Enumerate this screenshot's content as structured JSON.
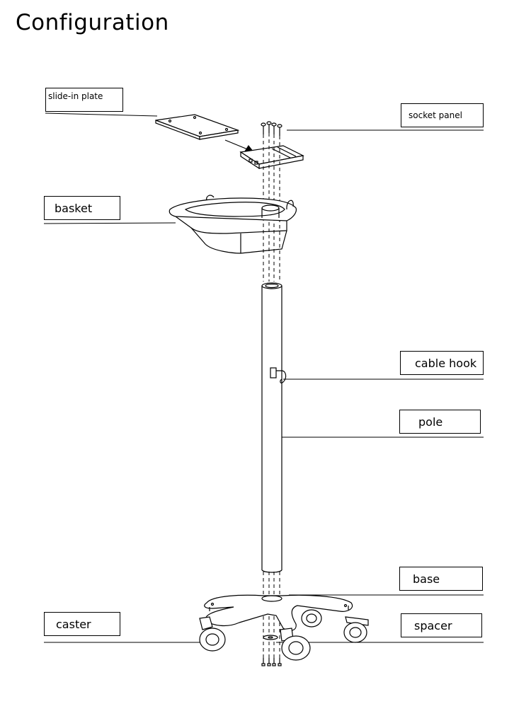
{
  "title": "Configuration",
  "labels": {
    "slide_in_plate": "slide-in plate",
    "socket_panel": "socket panel",
    "basket": "basket",
    "cable_hook": "cable hook",
    "pole": "pole",
    "base": "base",
    "caster": "caster",
    "spacer": "spacer"
  }
}
